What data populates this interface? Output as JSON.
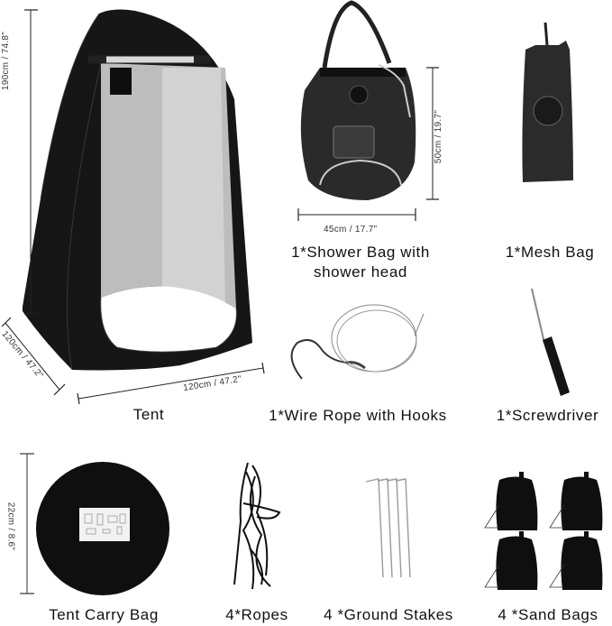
{
  "items": [
    {
      "id": "tent",
      "label": "Tent",
      "dimensions": {
        "height": "190cm / 74.8\"",
        "depth": "120cm / 47.2\"",
        "width": "120cm / 47.2\""
      }
    },
    {
      "id": "shower-bag",
      "label_line1": "1*Shower Bag with",
      "label_line2": "shower head",
      "dimensions": {
        "width": "45cm / 17.7\"",
        "height": "50cm / 19.7\""
      }
    },
    {
      "id": "mesh-bag",
      "label": "1*Mesh Bag"
    },
    {
      "id": "wire-rope",
      "label": "1*Wire Rope with Hooks"
    },
    {
      "id": "screwdriver",
      "label": "1*Screwdriver"
    },
    {
      "id": "tent-carry-bag",
      "label": "Tent Carry Bag",
      "dimensions": {
        "diameter": "22cm / 8.6\""
      }
    },
    {
      "id": "ropes",
      "label": "4*Ropes"
    },
    {
      "id": "ground-stakes",
      "label": "4 *Ground Stakes"
    },
    {
      "id": "sand-bags",
      "label": "4 *Sand Bags"
    }
  ],
  "colors": {
    "product": "#141414",
    "interior": "#bdbdbd",
    "background": "#ffffff",
    "dimension_line": "#222222"
  }
}
